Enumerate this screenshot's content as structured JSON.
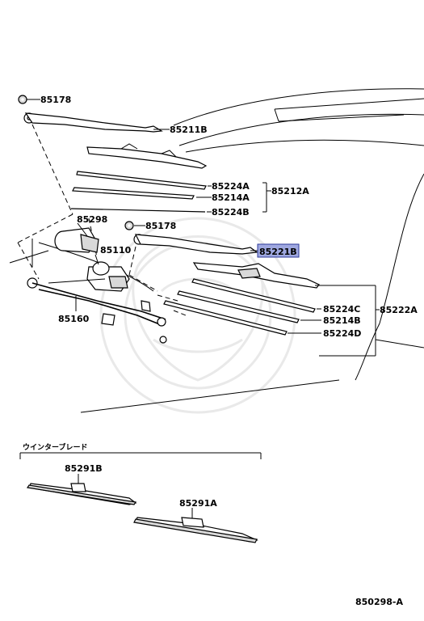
{
  "labels": {
    "p85178_top": "85178",
    "p85211B": "85211B",
    "p85224A_top": "85224A",
    "p85214A": "85214A",
    "p85224B": "85224B",
    "p85212A": "85212A",
    "p85298": "85298",
    "p85178_mid": "85178",
    "p85110": "85110",
    "p85221B": "85221B",
    "p85224C": "85224C",
    "p85214B": "85214B",
    "p85224D": "85224D",
    "p85222A": "85222A",
    "p85160": "85160",
    "winter_blade": "ウインターブレード",
    "p85291B": "85291B",
    "p85291A": "85291A",
    "figure_id": "850298-A"
  },
  "highlight": {
    "part": "85221B",
    "fill": "#9fa8e0",
    "border": "#2e3a9a"
  }
}
